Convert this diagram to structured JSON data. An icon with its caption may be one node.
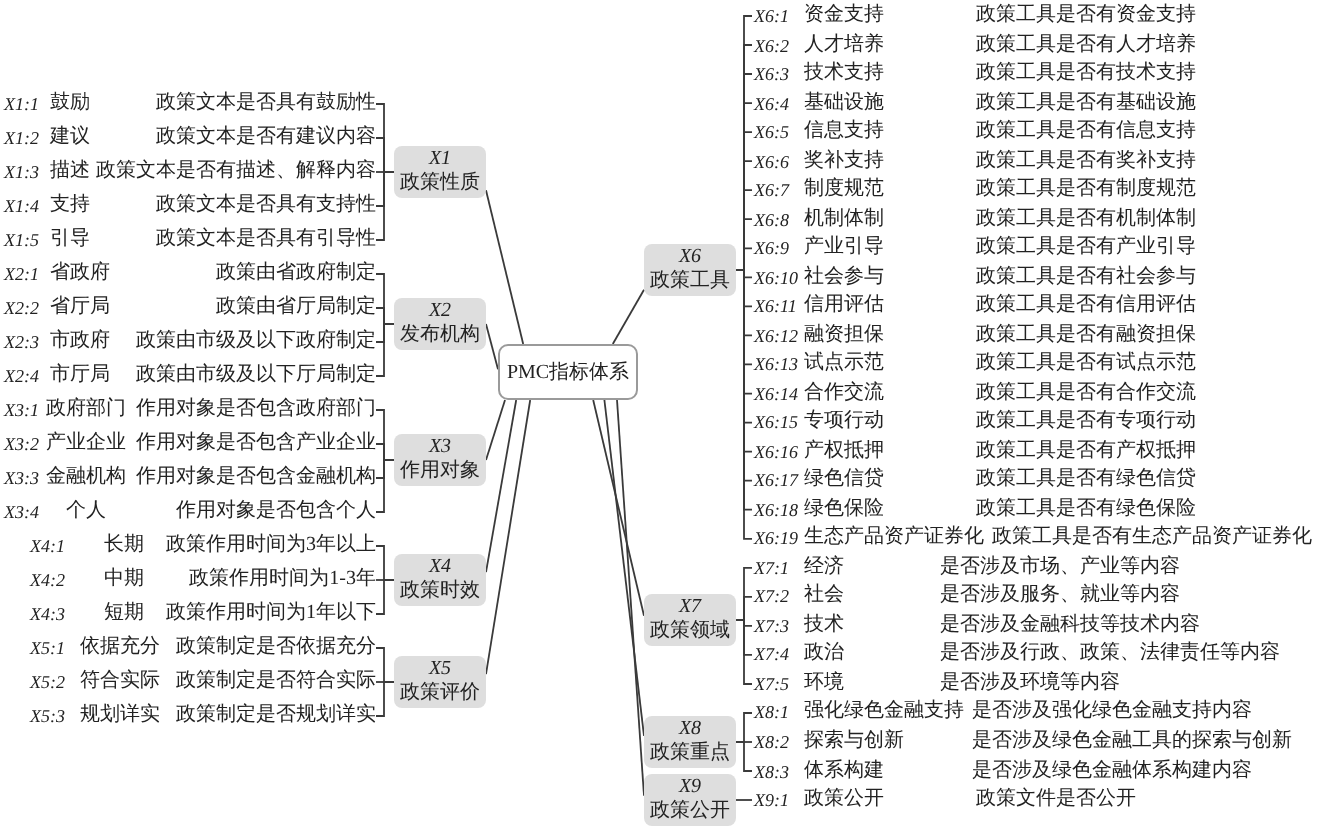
{
  "diagram": {
    "nodes": [
      {
        "text": [
          "PMC指标体系"
        ]
      },
      {
        "text": [
          "X1",
          "政策性质"
        ]
      },
      {
        "text": [
          "X1:1",
          "鼓励",
          "政策文本是否具有鼓励性"
        ]
      },
      {
        "text": [
          "X1:2",
          "建议",
          "政策文本是否有建议内容"
        ]
      },
      {
        "text": [
          "X1:3",
          "描述",
          "政策文本是否有描述、解释内容"
        ]
      },
      {
        "text": [
          "X1:4",
          "支持",
          "政策文本是否具有支持性"
        ]
      },
      {
        "text": [
          "X1:5",
          "引导",
          "政策文本是否具有引导性"
        ]
      },
      {
        "text": [
          "X2",
          "发布机构"
        ]
      },
      {
        "text": [
          "X2:1",
          "省政府",
          "政策由省政府制定"
        ]
      },
      {
        "text": [
          "X2:2",
          "省厅局",
          "政策由省厅局制定"
        ]
      },
      {
        "text": [
          "X2:3",
          "市政府",
          "政策由市级及以下政府制定"
        ]
      },
      {
        "text": [
          "X2:4",
          "市厅局",
          "政策由市级及以下厅局制定"
        ]
      },
      {
        "text": [
          "X3",
          "作用对象"
        ]
      },
      {
        "text": [
          "X3:1",
          "政府部门",
          "作用对象是否包含政府部门"
        ]
      },
      {
        "text": [
          "X3:2",
          "产业企业",
          "作用对象是否包含产业企业"
        ]
      },
      {
        "text": [
          "X3:3",
          "金融机构",
          "作用对象是否包含金融机构"
        ]
      },
      {
        "text": [
          "X3:4",
          "个人",
          "作用对象是否包含个人"
        ]
      },
      {
        "text": [
          "X4",
          "政策时效"
        ]
      },
      {
        "text": [
          "X4:1",
          "长期",
          "政策作用时间为3年以上"
        ]
      },
      {
        "text": [
          "X4:2",
          "中期",
          "政策作用时间为1-3年"
        ]
      },
      {
        "text": [
          "X4:3",
          "短期",
          "政策作用时间为1年以下"
        ]
      },
      {
        "text": [
          "X5",
          "政策评价"
        ]
      },
      {
        "text": [
          "X5:1",
          "依据充分",
          "政策制定是否依据充分"
        ]
      },
      {
        "text": [
          "X5:2",
          "符合实际",
          "政策制定是否符合实际"
        ]
      },
      {
        "text": [
          "X5:3",
          "规划详实",
          "政策制定是否规划详实"
        ]
      },
      {
        "text": [
          "X6",
          "政策工具"
        ]
      },
      {
        "text": [
          "X6:1",
          "资金支持",
          "政策工具是否有资金支持"
        ]
      },
      {
        "text": [
          "X6:2",
          "人才培养",
          "政策工具是否有人才培养"
        ]
      },
      {
        "text": [
          "X6:3",
          "技术支持",
          "政策工具是否有技术支持"
        ]
      },
      {
        "text": [
          "X6:4",
          "基础设施",
          "政策工具是否有基础设施"
        ]
      },
      {
        "text": [
          "X6:5",
          "信息支持",
          "政策工具是否有信息支持"
        ]
      },
      {
        "text": [
          "X6:6",
          "奖补支持",
          "政策工具是否有奖补支持"
        ]
      },
      {
        "text": [
          "X6:7",
          "制度规范",
          "政策工具是否有制度规范"
        ]
      },
      {
        "text": [
          "X6:8",
          "机制体制",
          "政策工具是否有机制体制"
        ]
      },
      {
        "text": [
          "X6:9",
          "产业引导",
          "政策工具是否有产业引导"
        ]
      },
      {
        "text": [
          "X6:10",
          "社会参与",
          "政策工具是否有社会参与"
        ]
      },
      {
        "text": [
          "X6:11",
          "信用评估",
          "政策工具是否有信用评估"
        ]
      },
      {
        "text": [
          "X6:12",
          "融资担保",
          "政策工具是否有融资担保"
        ]
      },
      {
        "text": [
          "X6:13",
          "试点示范",
          "政策工具是否有试点示范"
        ]
      },
      {
        "text": [
          "X6:14",
          "合作交流",
          "政策工具是否有合作交流"
        ]
      },
      {
        "text": [
          "X6:15",
          "专项行动",
          "政策工具是否有专项行动"
        ]
      },
      {
        "text": [
          "X6:16",
          "产权抵押",
          "政策工具是否有产权抵押"
        ]
      },
      {
        "text": [
          "X6:17",
          "绿色信贷",
          "政策工具是否有绿色信贷"
        ]
      },
      {
        "text": [
          "X6:18",
          "绿色保险",
          "政策工具是否有绿色保险"
        ]
      },
      {
        "text": [
          "X6:19",
          "生态产品资产证券化",
          "政策工具是否有生态产品资产证券化"
        ]
      },
      {
        "text": [
          "X7",
          "政策领域"
        ]
      },
      {
        "text": [
          "X7:1",
          "经济",
          "是否涉及市场、产业等内容"
        ]
      },
      {
        "text": [
          "X7:2",
          "社会",
          "是否涉及服务、就业等内容"
        ]
      },
      {
        "text": [
          "X7:3",
          "技术",
          "是否涉及金融科技等技术内容"
        ]
      },
      {
        "text": [
          "X7:4",
          "政治",
          "是否涉及行政、政策、法律责任等内容"
        ]
      },
      {
        "text": [
          "X7:5",
          "环境",
          "是否涉及环境等内容"
        ]
      },
      {
        "text": [
          "X8",
          "政策重点"
        ]
      },
      {
        "text": [
          "X8:1",
          "强化绿色金融支持",
          "是否涉及强化绿色金融支持内容"
        ]
      },
      {
        "text": [
          "X8:2",
          "探索与创新",
          "是否涉及绿色金融工具的探索与创新"
        ]
      },
      {
        "text": [
          "X8:3",
          "体系构建",
          "是否涉及绿色金融体系构建内容"
        ]
      },
      {
        "text": [
          "X9",
          "政策公开"
        ]
      },
      {
        "text": [
          "X9:1",
          "政策公开",
          "政策文件是否公开"
        ]
      }
    ],
    "edges": [
      {
        "from": 0,
        "to": 1,
        "arrow": "none"
      },
      {
        "from": 0,
        "to": 7,
        "arrow": "none"
      },
      {
        "from": 0,
        "to": 12,
        "arrow": "none"
      },
      {
        "from": 0,
        "to": 17,
        "arrow": "none"
      },
      {
        "from": 0,
        "to": 21,
        "arrow": "none"
      },
      {
        "from": 0,
        "to": 25,
        "arrow": "none"
      },
      {
        "from": 0,
        "to": 45,
        "arrow": "none"
      },
      {
        "from": 0,
        "to": 51,
        "arrow": "none"
      },
      {
        "from": 0,
        "to": 55,
        "arrow": "none"
      },
      {
        "from": 1,
        "to": 2,
        "arrow": "none"
      },
      {
        "from": 1,
        "to": 3,
        "arrow": "none"
      },
      {
        "from": 1,
        "to": 4,
        "arrow": "none"
      },
      {
        "from": 1,
        "to": 5,
        "arrow": "none"
      },
      {
        "from": 1,
        "to": 6,
        "arrow": "none"
      },
      {
        "from": 7,
        "to": 8,
        "arrow": "none"
      },
      {
        "from": 7,
        "to": 9,
        "arrow": "none"
      },
      {
        "from": 7,
        "to": 10,
        "arrow": "none"
      },
      {
        "from": 7,
        "to": 11,
        "arrow": "none"
      },
      {
        "from": 12,
        "to": 13,
        "arrow": "none"
      },
      {
        "from": 12,
        "to": 14,
        "arrow": "none"
      },
      {
        "from": 12,
        "to": 15,
        "arrow": "none"
      },
      {
        "from": 12,
        "to": 16,
        "arrow": "none"
      },
      {
        "from": 17,
        "to": 18,
        "arrow": "none"
      },
      {
        "from": 17,
        "to": 19,
        "arrow": "none"
      },
      {
        "from": 17,
        "to": 20,
        "arrow": "none"
      },
      {
        "from": 21,
        "to": 22,
        "arrow": "none"
      },
      {
        "from": 21,
        "to": 23,
        "arrow": "none"
      },
      {
        "from": 21,
        "to": 24,
        "arrow": "none"
      },
      {
        "from": 25,
        "to": 26,
        "arrow": "none"
      },
      {
        "from": 25,
        "to": 27,
        "arrow": "none"
      },
      {
        "from": 25,
        "to": 28,
        "arrow": "none"
      },
      {
        "from": 25,
        "to": 29,
        "arrow": "none"
      },
      {
        "from": 25,
        "to": 30,
        "arrow": "none"
      },
      {
        "from": 25,
        "to": 31,
        "arrow": "none"
      },
      {
        "from": 25,
        "to": 32,
        "arrow": "none"
      },
      {
        "from": 25,
        "to": 33,
        "arrow": "none"
      },
      {
        "from": 25,
        "to": 34,
        "arrow": "none"
      },
      {
        "from": 25,
        "to": 35,
        "arrow": "none"
      },
      {
        "from": 25,
        "to": 36,
        "arrow": "none"
      },
      {
        "from": 25,
        "to": 37,
        "arrow": "none"
      },
      {
        "from": 25,
        "to": 38,
        "arrow": "none"
      },
      {
        "from": 25,
        "to": 39,
        "arrow": "none"
      },
      {
        "from": 25,
        "to": 40,
        "arrow": "none"
      },
      {
        "from": 25,
        "to": 41,
        "arrow": "none"
      },
      {
        "from": 25,
        "to": 42,
        "arrow": "none"
      },
      {
        "from": 25,
        "to": 43,
        "arrow": "none"
      },
      {
        "from": 25,
        "to": 44,
        "arrow": "none"
      },
      {
        "from": 45,
        "to": 46,
        "arrow": "none"
      },
      {
        "from": 45,
        "to": 47,
        "arrow": "none"
      },
      {
        "from": 45,
        "to": 48,
        "arrow": "none"
      },
      {
        "from": 45,
        "to": 49,
        "arrow": "none"
      },
      {
        "from": 45,
        "to": 50,
        "arrow": "none"
      },
      {
        "from": 51,
        "to": 52,
        "arrow": "none"
      },
      {
        "from": 51,
        "to": 53,
        "arrow": "none"
      },
      {
        "from": 51,
        "to": 54,
        "arrow": "none"
      },
      {
        "from": 55,
        "to": 56,
        "arrow": "none"
      }
    ]
  }
}
